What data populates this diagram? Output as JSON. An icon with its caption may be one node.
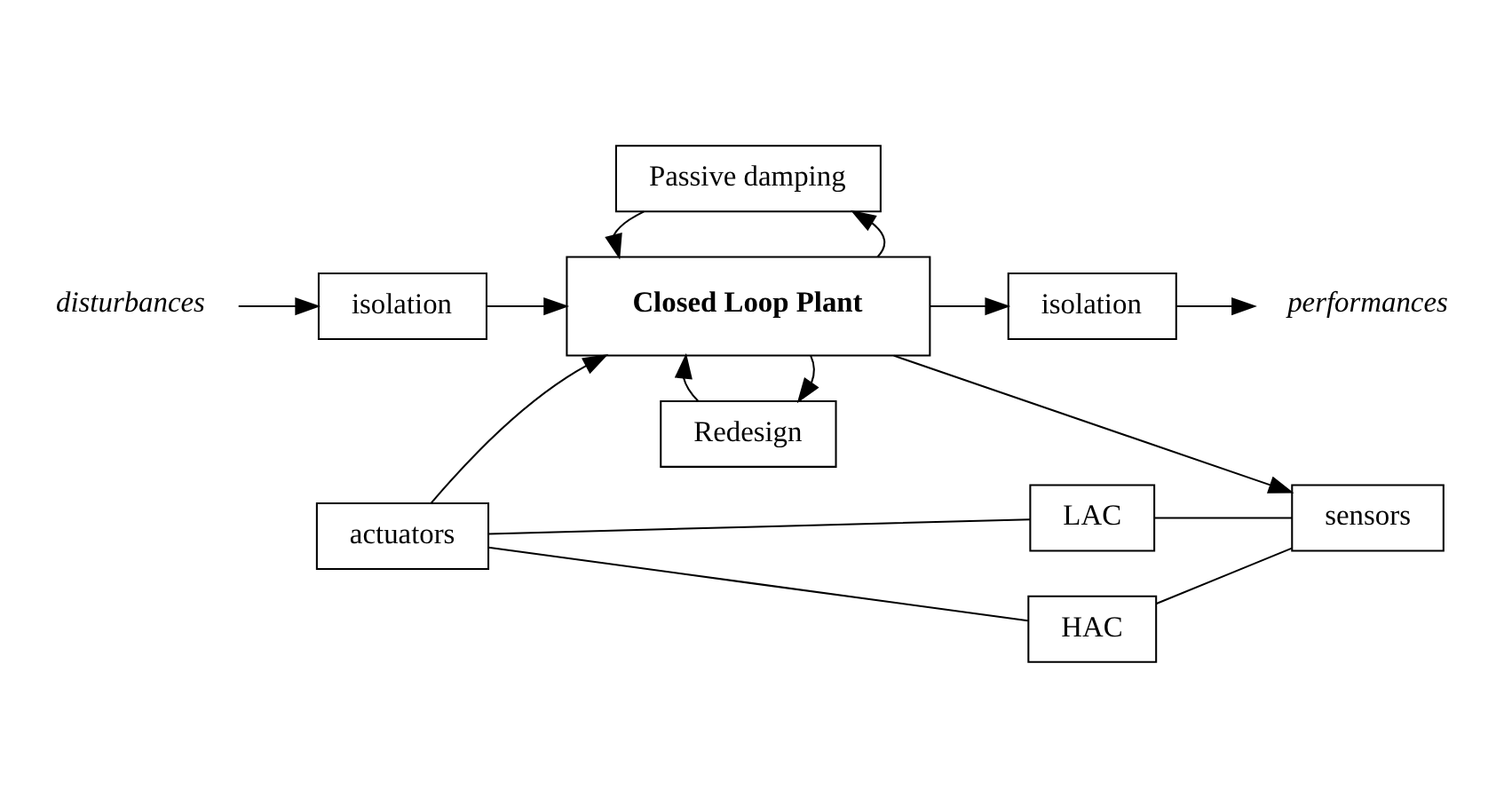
{
  "diagram": {
    "nodes": [
      {
        "text": [
          "disturbances"
        ]
      },
      {
        "text": [
          "isolation"
        ]
      },
      {
        "text": [
          "Redesign"
        ]
      },
      {
        "text": [
          "Closed Loop Plant"
        ]
      },
      {
        "text": [
          "performances"
        ]
      },
      {
        "text": [
          "isolation"
        ]
      },
      {
        "text": [
          "Passive damping"
        ]
      },
      {
        "text": [
          "actuators"
        ]
      },
      {
        "text": [
          "LAC"
        ]
      },
      {
        "text": [
          "HAC"
        ]
      },
      {
        "text": [
          "sensors"
        ]
      }
    ],
    "edges": [
      {
        "from": 0,
        "to": 1,
        "arrow": "to"
      },
      {
        "from": 1,
        "to": 3,
        "arrow": "to"
      },
      {
        "from": 3,
        "to": 2,
        "arrow": "to"
      },
      {
        "from": 2,
        "to": 3,
        "arrow": "to"
      },
      {
        "from": 3,
        "to": 5,
        "arrow": "to"
      },
      {
        "from": 5,
        "to": 4,
        "arrow": "to"
      },
      {
        "from": 3,
        "to": 6,
        "arrow": "to"
      },
      {
        "from": 6,
        "to": 3,
        "arrow": "to"
      },
      {
        "from": 7,
        "to": 3,
        "arrow": "to"
      },
      {
        "from": 3,
        "to": 10,
        "arrow": "to"
      },
      {
        "from": 7,
        "to": 8,
        "arrow": "none"
      },
      {
        "from": 7,
        "to": 9,
        "arrow": "none"
      },
      {
        "from": 8,
        "to": 10,
        "arrow": "none"
      },
      {
        "from": 9,
        "to": 10,
        "arrow": "none"
      }
    ]
  }
}
